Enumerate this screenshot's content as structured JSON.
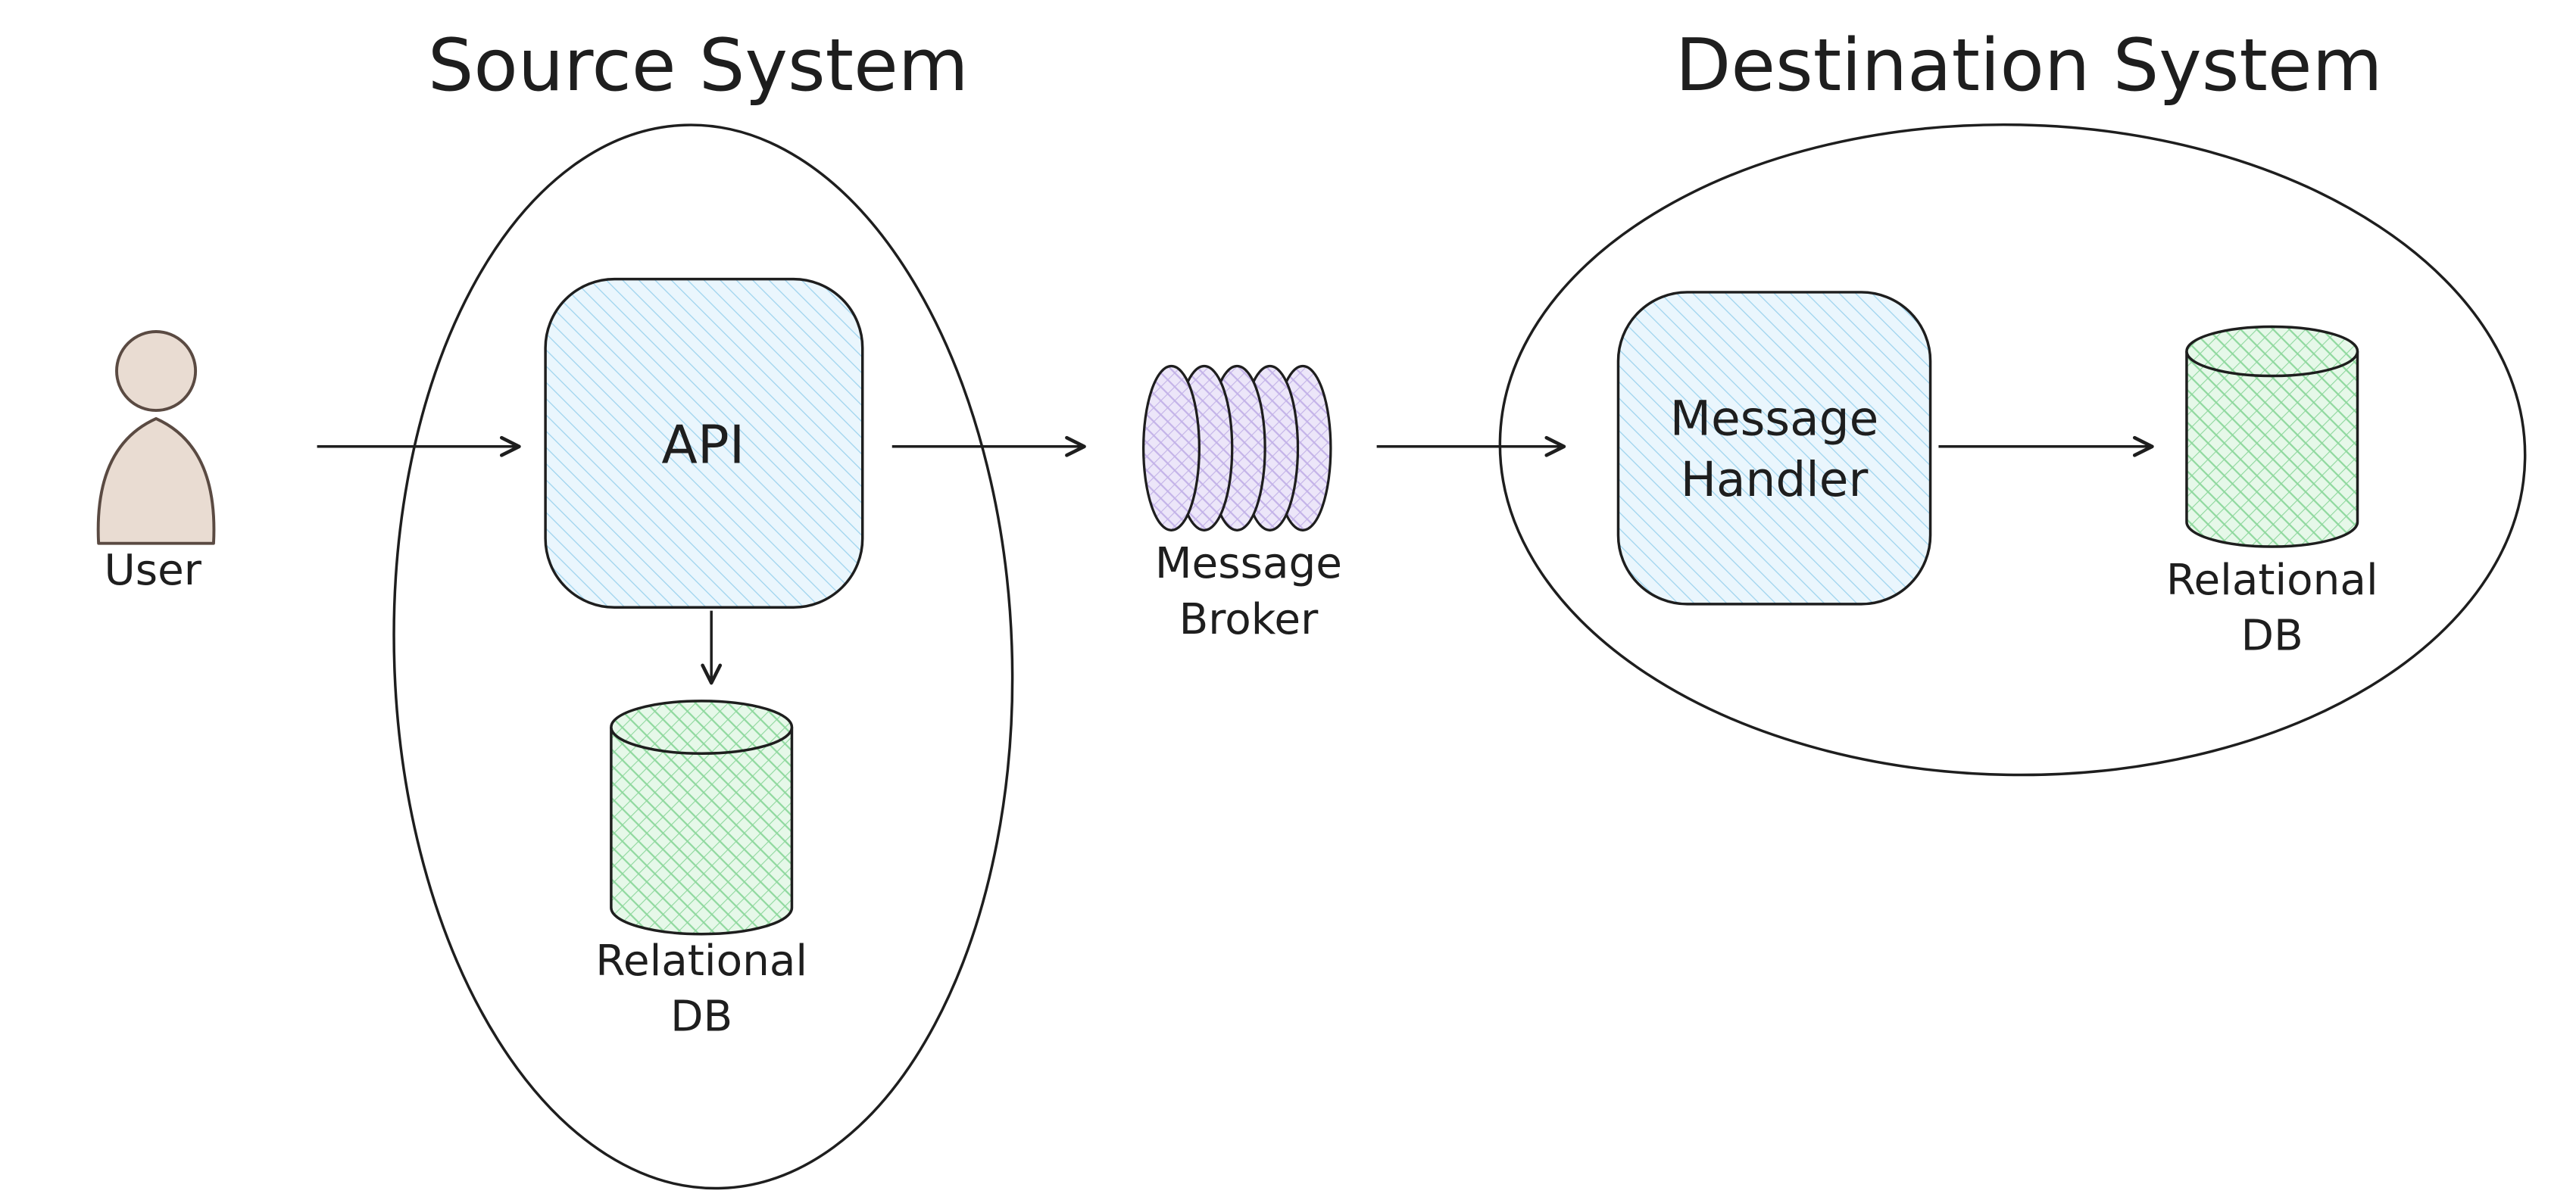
{
  "diagram": {
    "titles": {
      "source": "Source System",
      "destination": "Destination System"
    },
    "user": {
      "label": "User"
    },
    "source": {
      "api_label": "API",
      "db_label": [
        "Relational",
        "DB"
      ]
    },
    "broker": {
      "label": [
        "Message",
        "Broker"
      ]
    },
    "destination": {
      "handler_label": [
        "Message",
        "Handler"
      ],
      "db_label": [
        "Relational",
        "DB"
      ]
    },
    "colors": {
      "stroke": "#1e1e1e",
      "api_fill_bg": "#eaf6fd",
      "api_hatch": "#9fd4ee",
      "db_fill_bg": "#e6f8e9",
      "db_hatch": "#8ed89d",
      "broker_fill_bg": "#ece6f9",
      "broker_hatch": "#c3b2e8",
      "user_fill": "#e9dcd2",
      "user_stroke": "#5a4a42"
    }
  }
}
